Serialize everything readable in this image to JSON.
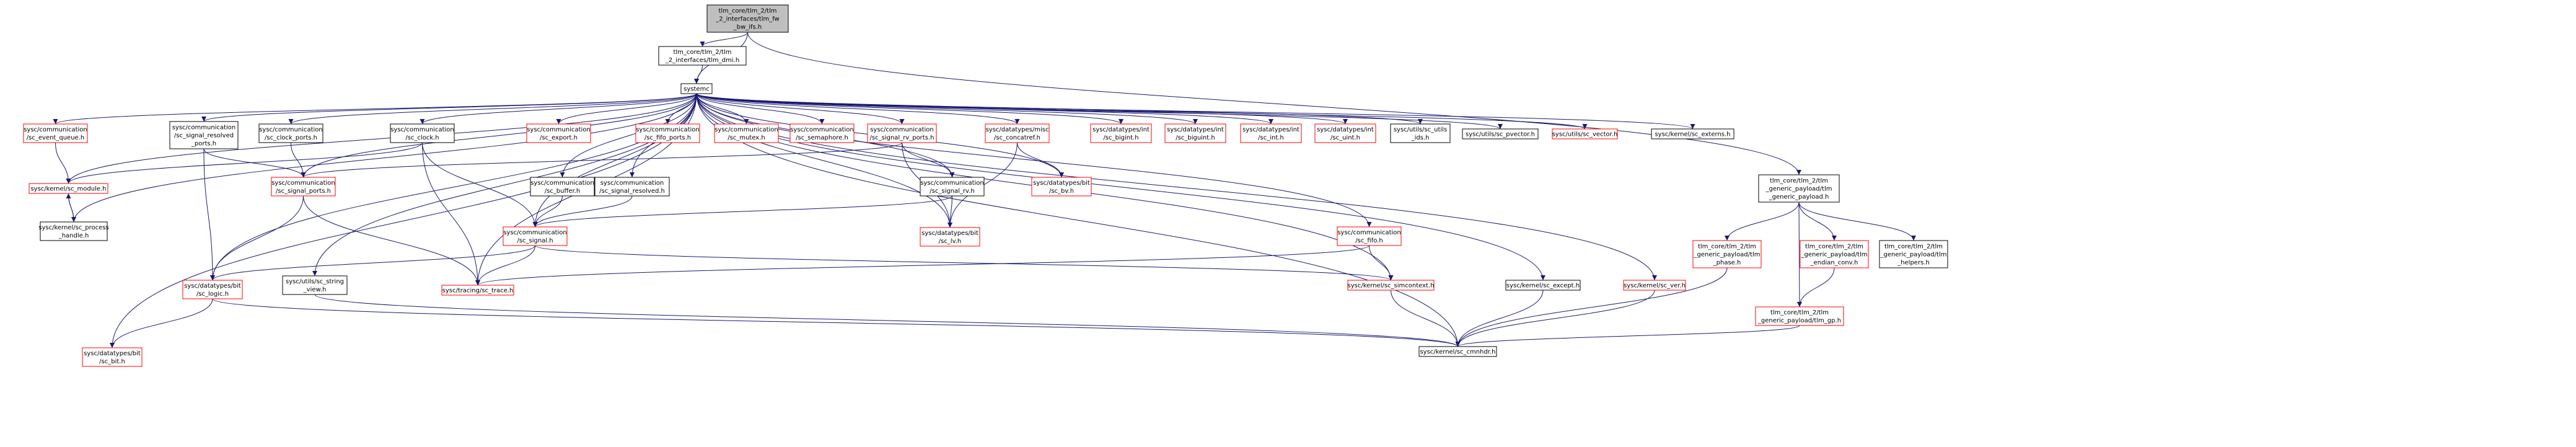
{
  "colors": {
    "root_fill": "#bfbfbf",
    "node_fill": "#ffffff",
    "black_border": "#000000",
    "red_border": "#ff0000",
    "edge": "#191970",
    "text": "#000000"
  },
  "nodes": [
    {
      "id": "root",
      "lines": [
        "tlm_core/tlm_2/tlm",
        "_2_interfaces/tlm_fw",
        "_bw_ifs.h"
      ],
      "border": "black",
      "root": true
    },
    {
      "id": "dmi",
      "lines": [
        "tlm_core/tlm_2/tlm",
        "_2_interfaces/tlm_dmi.h"
      ],
      "border": "black"
    },
    {
      "id": "systemc",
      "lines": [
        "systemc"
      ],
      "border": "black"
    },
    {
      "id": "event_queue",
      "lines": [
        "sysc/communication",
        "/sc_event_queue.h"
      ],
      "border": "red"
    },
    {
      "id": "sc_module",
      "lines": [
        "sysc/kernel/sc_module.h"
      ],
      "border": "red"
    },
    {
      "id": "process_handle",
      "lines": [
        "sysc/kernel/sc_process",
        "_handle.h"
      ],
      "border": "black"
    },
    {
      "id": "signal_resolved_ports",
      "lines": [
        "sysc/communication",
        "/sc_signal_resolved",
        "_ports.h"
      ],
      "border": "black"
    },
    {
      "id": "clock_ports",
      "lines": [
        "sysc/communication",
        "/sc_clock_ports.h"
      ],
      "border": "black"
    },
    {
      "id": "signal_ports",
      "lines": [
        "sysc/communication",
        "/sc_signal_ports.h"
      ],
      "border": "red"
    },
    {
      "id": "sc_clock",
      "lines": [
        "sysc/communication",
        "/sc_clock.h"
      ],
      "border": "black"
    },
    {
      "id": "sc_logic",
      "lines": [
        "sysc/datatypes/bit",
        "/sc_logic.h"
      ],
      "border": "red"
    },
    {
      "id": "sc_bit",
      "lines": [
        "sysc/datatypes/bit",
        "/sc_bit.h"
      ],
      "border": "red"
    },
    {
      "id": "string_view",
      "lines": [
        "sysc/utils/sc_string",
        "_view.h"
      ],
      "border": "black"
    },
    {
      "id": "sc_buffer",
      "lines": [
        "sysc/communication",
        "/sc_buffer.h"
      ],
      "border": "black"
    },
    {
      "id": "sc_export",
      "lines": [
        "sysc/communication",
        "/sc_export.h"
      ],
      "border": "red"
    },
    {
      "id": "sc_signal",
      "lines": [
        "sysc/communication",
        "/sc_signal.h"
      ],
      "border": "red"
    },
    {
      "id": "sc_trace",
      "lines": [
        "sysc/tracing/sc_trace.h"
      ],
      "border": "red"
    },
    {
      "id": "signal_resolved",
      "lines": [
        "sysc/communication",
        "/sc_signal_resolved.h"
      ],
      "border": "black"
    },
    {
      "id": "fifo_ports",
      "lines": [
        "sysc/communication",
        "/sc_fifo_ports.h"
      ],
      "border": "red"
    },
    {
      "id": "sc_mutex",
      "lines": [
        "sysc/communication",
        "/sc_mutex.h"
      ],
      "border": "red"
    },
    {
      "id": "sc_semaphore",
      "lines": [
        "sysc/communication",
        "/sc_semaphore.h"
      ],
      "border": "red"
    },
    {
      "id": "signal_rv_ports",
      "lines": [
        "sysc/communication",
        "/sc_signal_rv_ports.h"
      ],
      "border": "red"
    },
    {
      "id": "signal_rv",
      "lines": [
        "sysc/communication",
        "/sc_signal_rv.h"
      ],
      "border": "black"
    },
    {
      "id": "sc_lv",
      "lines": [
        "sysc/datatypes/bit",
        "/sc_lv.h"
      ],
      "border": "red"
    },
    {
      "id": "concatref",
      "lines": [
        "sysc/datatypes/misc",
        "/sc_concatref.h"
      ],
      "border": "red"
    },
    {
      "id": "sc_bv",
      "lines": [
        "sysc/datatypes/bit",
        "/sc_bv.h"
      ],
      "border": "red"
    },
    {
      "id": "sc_bigint",
      "lines": [
        "sysc/datatypes/int",
        "/sc_bigint.h"
      ],
      "border": "red"
    },
    {
      "id": "sc_biguint",
      "lines": [
        "sysc/datatypes/int",
        "/sc_biguint.h"
      ],
      "border": "red"
    },
    {
      "id": "sc_int",
      "lines": [
        "sysc/datatypes/int",
        "/sc_int.h"
      ],
      "border": "red"
    },
    {
      "id": "sc_uint",
      "lines": [
        "sysc/datatypes/int",
        "/sc_uint.h"
      ],
      "border": "red"
    },
    {
      "id": "sc_fifo",
      "lines": [
        "sysc/communication",
        "/sc_fifo.h"
      ],
      "border": "red"
    },
    {
      "id": "simcontext",
      "lines": [
        "sysc/kernel/sc_simcontext.h"
      ],
      "border": "red"
    },
    {
      "id": "utils_ids",
      "lines": [
        "sysc/utils/sc_utils",
        "_ids.h"
      ],
      "border": "black"
    },
    {
      "id": "pvector",
      "lines": [
        "sysc/utils/sc_pvector.h"
      ],
      "border": "black"
    },
    {
      "id": "sc_vector",
      "lines": [
        "sysc/utils/sc_vector.h"
      ],
      "border": "red"
    },
    {
      "id": "sc_except",
      "lines": [
        "sysc/kernel/sc_except.h"
      ],
      "border": "black"
    },
    {
      "id": "sc_ver",
      "lines": [
        "sysc/kernel/sc_ver.h"
      ],
      "border": "red"
    },
    {
      "id": "sc_externs",
      "lines": [
        "sysc/kernel/sc_externs.h"
      ],
      "border": "black"
    },
    {
      "id": "generic_payload",
      "lines": [
        "tlm_core/tlm_2/tlm",
        "_generic_payload/tlm",
        "_generic_payload.h"
      ],
      "border": "black"
    },
    {
      "id": "tlm_phase",
      "lines": [
        "tlm_core/tlm_2/tlm",
        "_generic_payload/tlm",
        "_phase.h"
      ],
      "border": "red"
    },
    {
      "id": "endian_conv",
      "lines": [
        "tlm_core/tlm_2/tlm",
        "_generic_payload/tlm",
        "_endian_conv.h"
      ],
      "border": "red"
    },
    {
      "id": "tlm_helpers",
      "lines": [
        "tlm_core/tlm_2/tlm",
        "_generic_payload/tlm",
        "_helpers.h"
      ],
      "border": "black"
    },
    {
      "id": "tlm_gp",
      "lines": [
        "tlm_core/tlm_2/tlm",
        "_generic_payload/tlm_gp.h"
      ],
      "border": "red"
    },
    {
      "id": "cmnhdr",
      "lines": [
        "sysc/kernel/sc_cmnhdr.h"
      ],
      "border": "black"
    }
  ],
  "edges": [
    [
      "root",
      "dmi"
    ],
    [
      "root",
      "systemc"
    ],
    [
      "dmi",
      "systemc"
    ],
    [
      "root",
      "generic_payload"
    ],
    [
      "systemc",
      "event_queue"
    ],
    [
      "systemc",
      "sc_module"
    ],
    [
      "systemc",
      "process_handle"
    ],
    [
      "systemc",
      "signal_resolved_ports"
    ],
    [
      "systemc",
      "clock_ports"
    ],
    [
      "systemc",
      "signal_ports"
    ],
    [
      "systemc",
      "sc_clock"
    ],
    [
      "systemc",
      "sc_logic"
    ],
    [
      "systemc",
      "sc_bit"
    ],
    [
      "systemc",
      "string_view"
    ],
    [
      "systemc",
      "sc_buffer"
    ],
    [
      "systemc",
      "sc_export"
    ],
    [
      "systemc",
      "sc_signal"
    ],
    [
      "systemc",
      "sc_trace"
    ],
    [
      "systemc",
      "signal_resolved"
    ],
    [
      "systemc",
      "fifo_ports"
    ],
    [
      "systemc",
      "sc_mutex"
    ],
    [
      "systemc",
      "sc_semaphore"
    ],
    [
      "systemc",
      "signal_rv_ports"
    ],
    [
      "systemc",
      "signal_rv"
    ],
    [
      "systemc",
      "sc_lv"
    ],
    [
      "systemc",
      "concatref"
    ],
    [
      "systemc",
      "sc_bv"
    ],
    [
      "systemc",
      "sc_bigint"
    ],
    [
      "systemc",
      "sc_biguint"
    ],
    [
      "systemc",
      "sc_int"
    ],
    [
      "systemc",
      "sc_uint"
    ],
    [
      "systemc",
      "sc_fifo"
    ],
    [
      "systemc",
      "simcontext"
    ],
    [
      "systemc",
      "utils_ids"
    ],
    [
      "systemc",
      "pvector"
    ],
    [
      "systemc",
      "sc_vector"
    ],
    [
      "systemc",
      "sc_except"
    ],
    [
      "systemc",
      "sc_ver"
    ],
    [
      "systemc",
      "sc_externs"
    ],
    [
      "systemc",
      "cmnhdr"
    ],
    [
      "event_queue",
      "sc_module"
    ],
    [
      "sc_module",
      "process_handle"
    ],
    [
      "process_handle",
      "sc_module"
    ],
    [
      "signal_resolved_ports",
      "signal_ports"
    ],
    [
      "signal_resolved_ports",
      "sc_logic"
    ],
    [
      "clock_ports",
      "signal_ports"
    ],
    [
      "signal_ports",
      "sc_logic"
    ],
    [
      "signal_ports",
      "sc_trace"
    ],
    [
      "sc_clock",
      "sc_module"
    ],
    [
      "sc_clock",
      "sc_signal"
    ],
    [
      "sc_clock",
      "sc_trace"
    ],
    [
      "sc_logic",
      "sc_bit"
    ],
    [
      "sc_logic",
      "cmnhdr"
    ],
    [
      "string_view",
      "cmnhdr"
    ],
    [
      "sc_buffer",
      "sc_signal"
    ],
    [
      "signal_resolved",
      "sc_signal"
    ],
    [
      "sc_signal",
      "sc_logic"
    ],
    [
      "sc_signal",
      "sc_trace"
    ],
    [
      "sc_signal",
      "simcontext"
    ],
    [
      "signal_rv_ports",
      "signal_ports"
    ],
    [
      "signal_rv_ports",
      "signal_rv"
    ],
    [
      "signal_rv_ports",
      "sc_lv"
    ],
    [
      "signal_rv",
      "sc_signal"
    ],
    [
      "signal_rv",
      "sc_lv"
    ],
    [
      "concatref",
      "sc_lv"
    ],
    [
      "concatref",
      "sc_bv"
    ],
    [
      "sc_fifo",
      "sc_trace"
    ],
    [
      "sc_fifo",
      "simcontext"
    ],
    [
      "simcontext",
      "cmnhdr"
    ],
    [
      "sc_except",
      "cmnhdr"
    ],
    [
      "sc_ver",
      "cmnhdr"
    ],
    [
      "generic_payload",
      "tlm_phase"
    ],
    [
      "generic_payload",
      "endian_conv"
    ],
    [
      "generic_payload",
      "tlm_helpers"
    ],
    [
      "generic_payload",
      "tlm_gp"
    ],
    [
      "tlm_phase",
      "cmnhdr"
    ],
    [
      "endian_conv",
      "tlm_gp"
    ],
    [
      "tlm_gp",
      "cmnhdr"
    ]
  ]
}
